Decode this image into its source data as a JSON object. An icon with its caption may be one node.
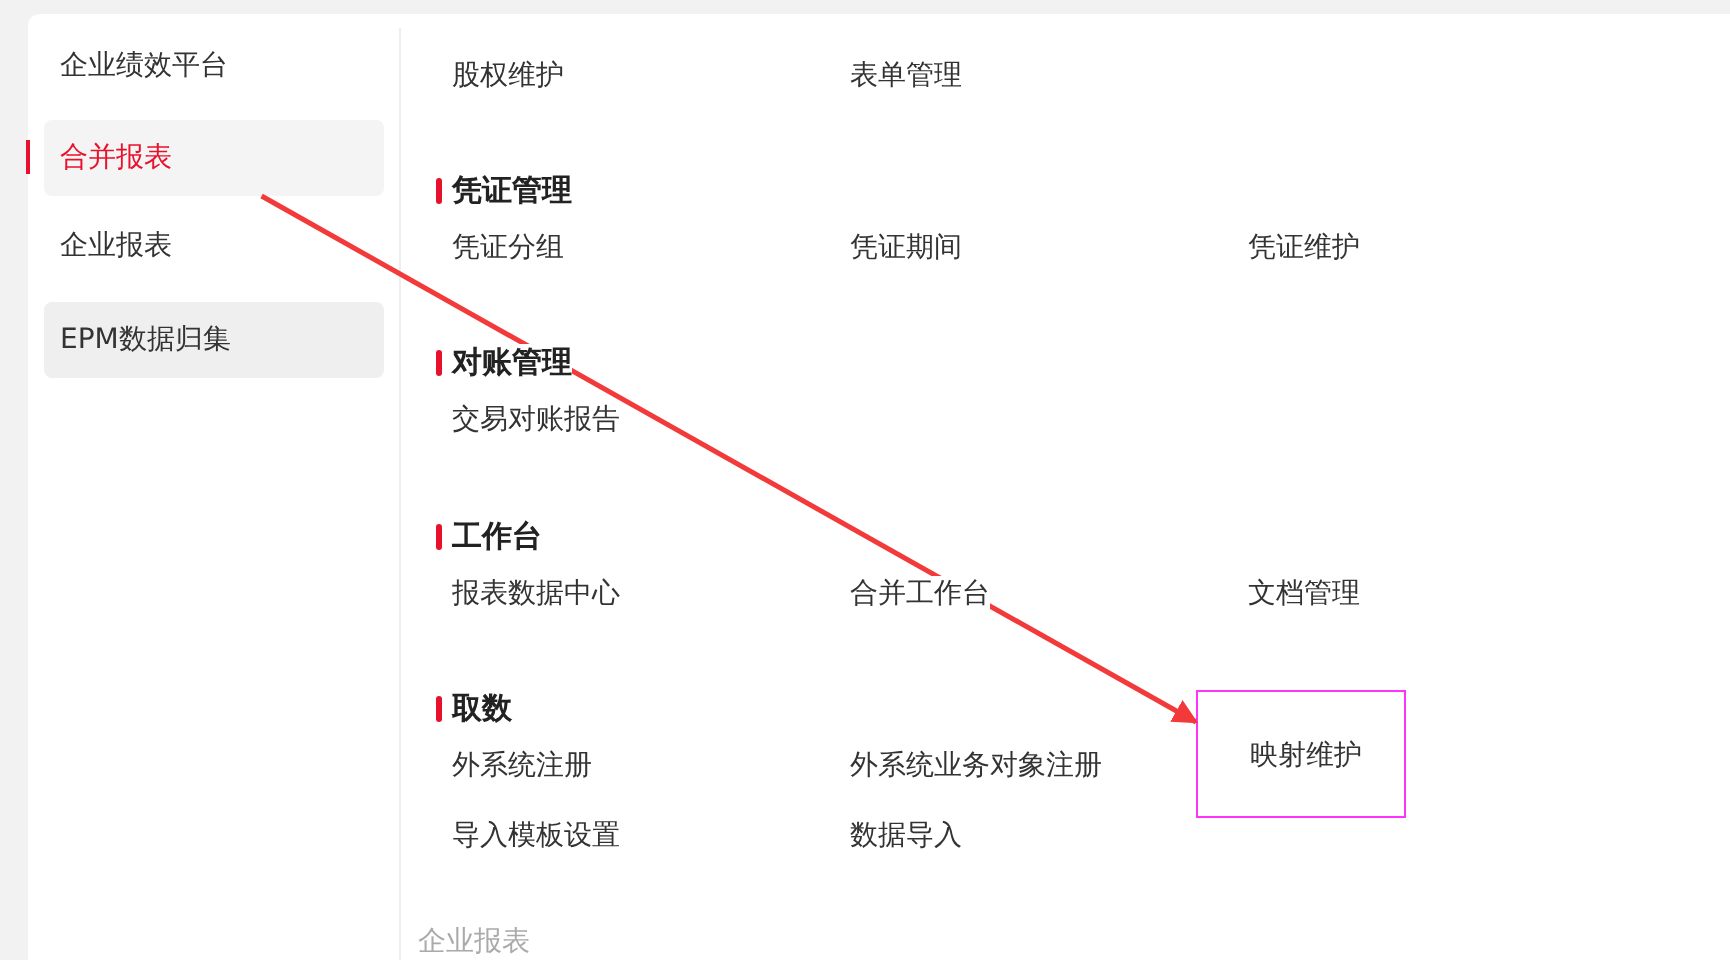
{
  "diagram": {
    "nodes": [
      {
        "text": [
          "合并报表"
        ]
      },
      {
        "text": [
          "EPM数据归集"
        ]
      },
      {
        "text": [
          "映射维护"
        ]
      }
    ],
    "edges": [
      {
        "from": 0,
        "to": 2,
        "arrow": "to",
        "color": "#f23a3a"
      }
    ],
    "labels": [
      "企业绩效平台",
      "企业报表",
      "股权维护",
      "表单管理",
      "凭证管理",
      "凭证分组",
      "凭证期间",
      "凭证维护",
      "对账管理",
      "交易对账报告",
      "工作台",
      "报表数据中心",
      "合并工作台",
      "文档管理",
      "取数",
      "外系统注册",
      "外系统业务对象注册",
      "导入模板设置",
      "数据导入",
      "企业报表"
    ]
  }
}
